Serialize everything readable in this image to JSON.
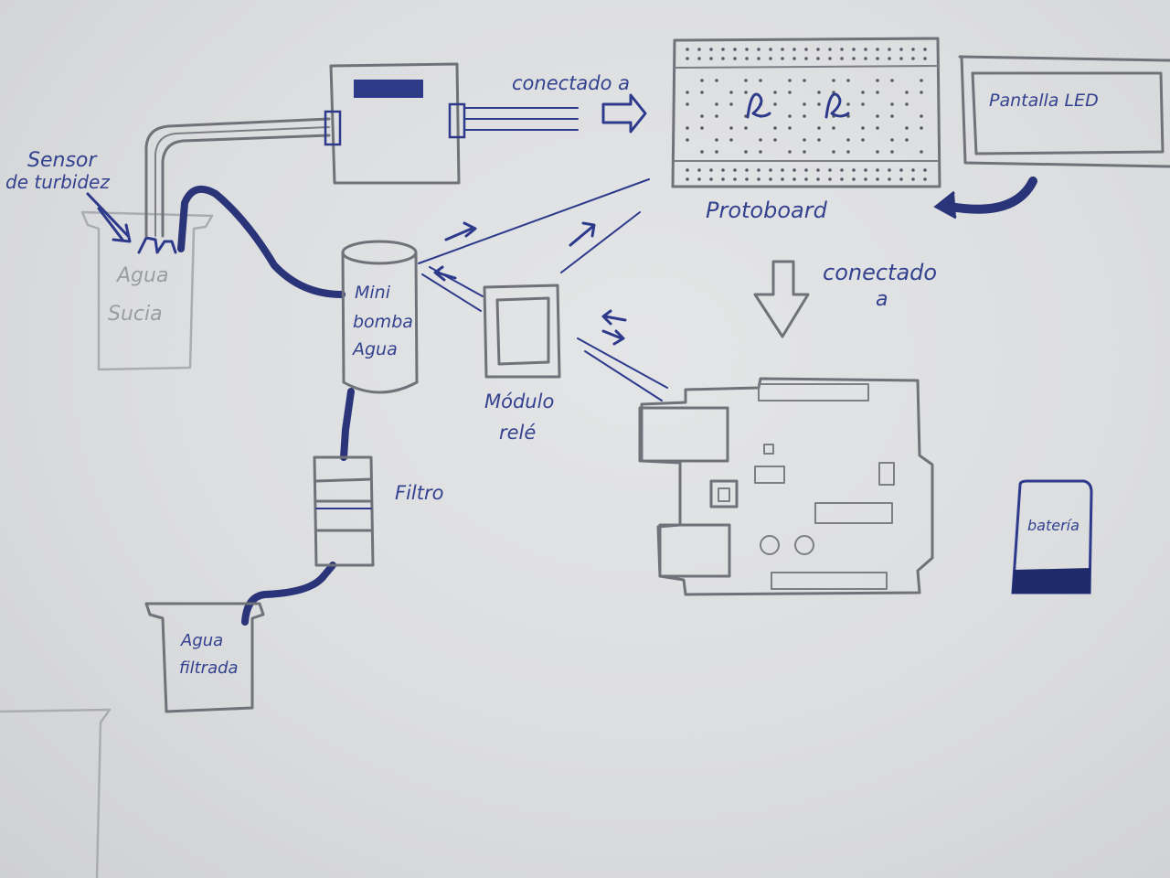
{
  "labels": {
    "sensor_line1": "Sensor",
    "sensor_line2": "de turbidez",
    "agua_sucia_line1": "Agua",
    "agua_sucia_line2": "Sucia",
    "conectado_top": "conectado a",
    "pantalla": "Pantalla LED",
    "protoboard": "Protoboard",
    "conectado_right_line1": "conectado",
    "conectado_right_line2": "a",
    "bomba_line1": "Mini",
    "bomba_line2": "bomba",
    "bomba_line3": "Agua",
    "rele_line1": "Módulo",
    "rele_line2": "relé",
    "filtro": "Filtro",
    "filtrada_line1": "Agua",
    "filtrada_line2": "filtrada",
    "bateria": "batería"
  },
  "colors": {
    "ink": "#2d3a8c",
    "pencil": "#6f7278",
    "paper": "#dcdddf"
  }
}
